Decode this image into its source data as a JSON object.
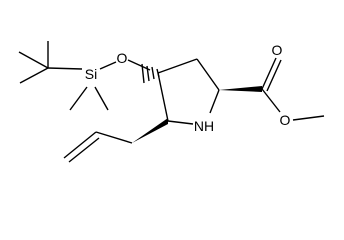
{
  "molecule": {
    "atoms": {
      "silicon": "Si",
      "ether_oxygen": "O",
      "carbonyl_oxygen": "O",
      "ester_oxygen": "O",
      "ring_nitrogen": "NH"
    }
  }
}
